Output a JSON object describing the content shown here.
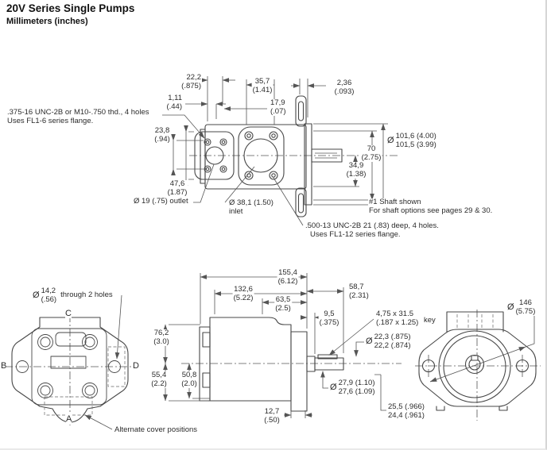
{
  "header": {
    "title": "20V Series Single Pumps",
    "subtitle": "Millimeters (inches)"
  },
  "top_view": {
    "dims": {
      "width_222": {
        "mm": "22,2",
        "in": "(.875)"
      },
      "width_111": {
        "mm": "1,11",
        "in": "(.44)"
      },
      "width_357": {
        "mm": "35,7",
        "in": "(1.41)"
      },
      "width_179": {
        "mm": "17,9",
        "in": "(.07)"
      },
      "width_236": {
        "mm": "2,36",
        "in": "(.093)"
      },
      "height_238": {
        "mm": "23,8",
        "in": "(.94)"
      },
      "height_476": {
        "mm": "47,6",
        "in": "(1.87)"
      },
      "height_70": {
        "mm": "70",
        "in": "(2.75)"
      },
      "height_349": {
        "mm": "34,9",
        "in": "(1.38)"
      },
      "flange_dia": {
        "prefix": "Ø",
        "line1": "101,6 (4.00)",
        "line2": "101,5 (3.99)"
      }
    },
    "notes": {
      "thread_line1": ".375-16 UNC-2B or M10-.750 thd., 4 holes",
      "thread_line2": "Uses FL1-6 series flange.",
      "outlet": "Ø 19 (.75) outlet",
      "inlet_line1": "Ø 38,1 (1.50)",
      "inlet_line2": "inlet",
      "shaft_line1": "#1 Shaft shown",
      "shaft_line2": "For shaft options see pages 29 & 30.",
      "tap_line1": ".500-13 UNC-2B 21 (.83) deep, 4 holes.",
      "tap_line2": "Uses FL1-12 series flange."
    }
  },
  "cover_view": {
    "hole": {
      "prefix": "Ø",
      "mm": "14,2",
      "in": "(.56)",
      "suffix": "through 2 holes"
    },
    "positions": {
      "top": "C",
      "left": "B",
      "right": "D",
      "bottom": "A"
    },
    "alternate_note": "Alternate cover positions"
  },
  "side_view": {
    "dims": {
      "len_1554": {
        "mm": "155,4",
        "in": "(6.12)"
      },
      "len_1326": {
        "mm": "132,6",
        "in": "(5.22)"
      },
      "len_635": {
        "mm": "63,5",
        "in": "(2.5)"
      },
      "len_587": {
        "mm": "58,7",
        "in": "(2.31)"
      },
      "len_95": {
        "mm": "9,5",
        "in": "(.375)"
      },
      "height_762": {
        "mm": "76,2",
        "in": "(3.0)"
      },
      "height_554": {
        "mm": "55,4",
        "in": "(2.2)"
      },
      "height_508": {
        "mm": "50,8",
        "in": "(2.0)"
      },
      "len_127": {
        "mm": "12,7",
        "in": "(.50)"
      },
      "keyway": {
        "line1": "4,75 x 31.5",
        "line2": "(.187 x 1.25)",
        "suffix": "key"
      },
      "shaft_key_height": {
        "prefix": "Ø",
        "line1": "22,3 (.875)",
        "line2": "22,2 (.874)"
      },
      "shaft_dia": {
        "prefix": "Ø",
        "line1": "27,9 (1.10)",
        "line2": "27,6 (1.09)"
      },
      "key_length": {
        "line1": "25,5 (.966)",
        "line2": "24,4 (.961)"
      }
    }
  },
  "end_view": {
    "dims": {
      "flange_od": {
        "prefix": "Ø",
        "mm": "146",
        "in": "(5.75)"
      }
    }
  }
}
